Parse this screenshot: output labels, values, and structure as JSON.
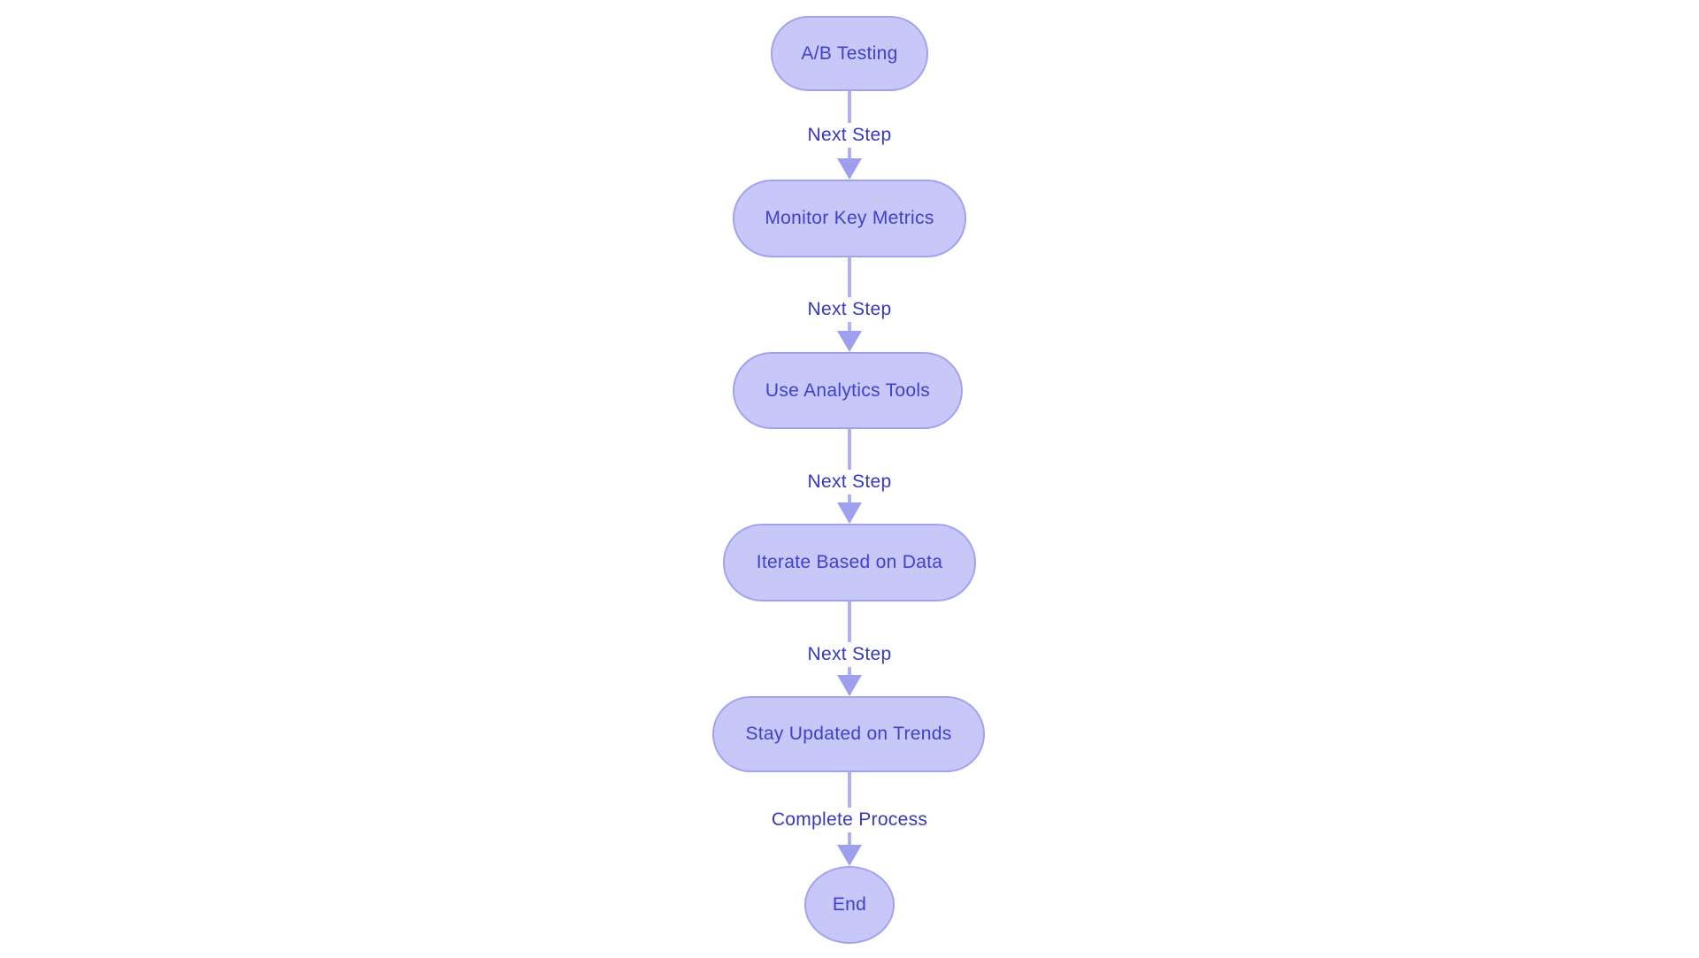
{
  "diagram": {
    "type": "flowchart",
    "direction": "top-down",
    "nodes": [
      {
        "id": "n1",
        "label": "A/B Testing",
        "shape": "stadium"
      },
      {
        "id": "n2",
        "label": "Monitor Key Metrics",
        "shape": "stadium"
      },
      {
        "id": "n3",
        "label": "Use Analytics Tools",
        "shape": "stadium"
      },
      {
        "id": "n4",
        "label": "Iterate Based on Data",
        "shape": "stadium"
      },
      {
        "id": "n5",
        "label": "Stay Updated on Trends",
        "shape": "stadium"
      },
      {
        "id": "n6",
        "label": "End",
        "shape": "circle"
      }
    ],
    "edges": [
      {
        "from": "n1",
        "to": "n2",
        "label": "Next Step"
      },
      {
        "from": "n2",
        "to": "n3",
        "label": "Next Step"
      },
      {
        "from": "n3",
        "to": "n4",
        "label": "Next Step"
      },
      {
        "from": "n4",
        "to": "n5",
        "label": "Next Step"
      },
      {
        "from": "n5",
        "to": "n6",
        "label": "Complete Process"
      }
    ],
    "colors": {
      "background": "#ffffff",
      "node_fill": "#c7c8f8",
      "node_border": "#a2a3ee",
      "node_text": "#3f41cb",
      "edge_line": "#b0b1f3",
      "arrowhead": "#9fa0ed",
      "edge_label_text": "#3538c0"
    }
  }
}
